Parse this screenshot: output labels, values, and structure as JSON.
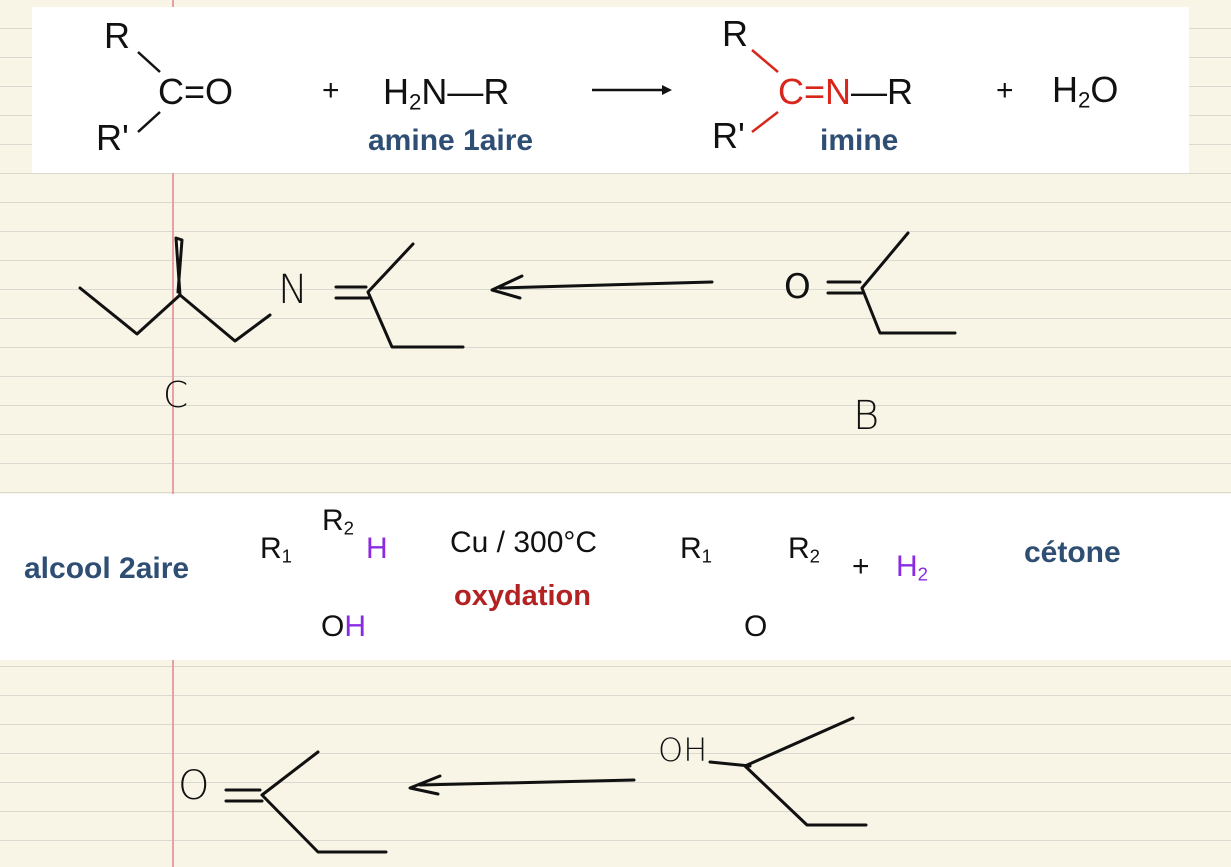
{
  "reaction1": {
    "r": "R",
    "r_prime": "R'",
    "carbonyl": "C=O",
    "plus": "+",
    "amine_h": "H",
    "amine_sub": "2",
    "amine_rest": "N—R",
    "amine_label": "amine 1aire",
    "imine_r": "R",
    "imine_r_prime": "R'",
    "imine_c_n": "C=N",
    "imine_rest": "—R",
    "imine_label": "imine",
    "plus2": "+",
    "water_h": "H",
    "water_sub": "2",
    "water_o": "O",
    "colors": {
      "label": "#2f4e73",
      "imine_bond": "#d9261c"
    }
  },
  "handwriting1": {
    "n_label": "N",
    "o_label": "O",
    "c_label": "C",
    "b_label": "B"
  },
  "reaction2": {
    "class_label": "alcool 2aire",
    "r1": "R",
    "r1_sub": "1",
    "r2": "R",
    "r2_sub": "2",
    "h": "H",
    "o": "O",
    "oh_h": "H",
    "conditions": "Cu / 300°C",
    "process": "oxydation",
    "k_r1": "R",
    "k_r1_sub": "1",
    "k_r2": "R",
    "k_r2_sub": "2",
    "k_o": "O",
    "plus": "+",
    "h2_h": "H",
    "h2_sub": "2",
    "product_label": "cétone",
    "colors": {
      "highlight": "#8a2be2",
      "process": "#b22222"
    }
  },
  "handwriting2": {
    "o_label": "O",
    "oh_label": "OH"
  }
}
